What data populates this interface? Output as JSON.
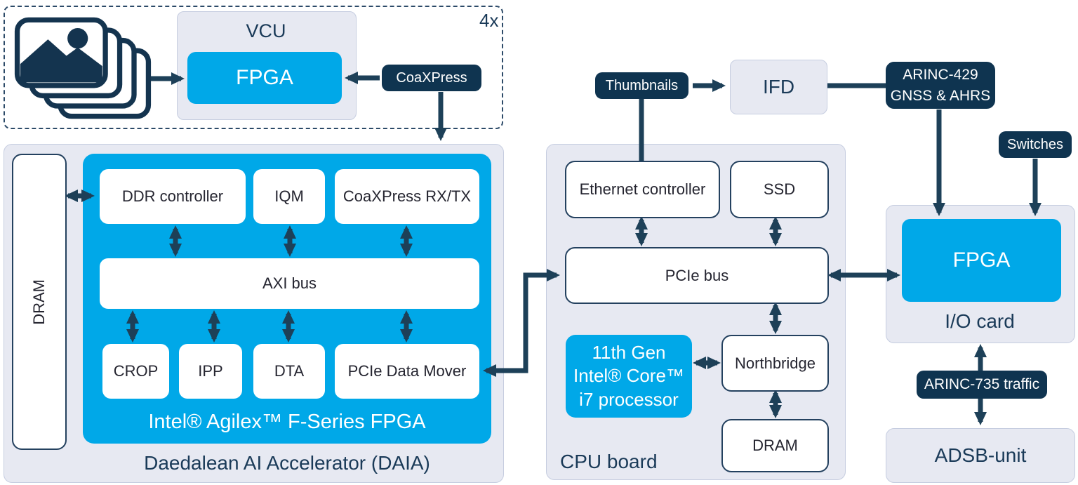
{
  "colors": {
    "cyan": "#00a8e8",
    "pill_navy": "#0f3450",
    "arrow_navy": "#1d4058",
    "box_border_navy": "#24415f",
    "panel_gray": "#e7e9f2",
    "panel_border": "#c6cde0",
    "caption_navy": "#1a3a58",
    "box_text_dark": "#252530"
  },
  "camera_unit": {
    "multiplier": "4x",
    "camera_icon": "stacked-images-icon",
    "vcu_title": "VCU",
    "vcu_fpga": "FPGA",
    "coaxpress": "CoaXPress"
  },
  "daia": {
    "caption": "Daedalean AI Accelerator (DAIA)",
    "dram": "DRAM",
    "fpga_caption": "Intel® Agilex™ F-Series FPGA",
    "row_top": [
      "DDR controller",
      "IQM",
      "CoaXPress RX/TX"
    ],
    "bus": "AXI bus",
    "row_bottom": [
      "CROP",
      "IPP",
      "DTA",
      "PCIe Data Mover"
    ]
  },
  "cpu_board": {
    "caption": "CPU board",
    "thumbnails": "Thumbnails",
    "ethernet": "Ethernet controller",
    "ssd": "SSD",
    "pcie_bus": "PCIe bus",
    "processor": "11th Gen\nIntel® Core™\ni7 processor",
    "northbridge": "Northbridge",
    "dram": "DRAM"
  },
  "ifd": {
    "label": "IFD"
  },
  "io_card": {
    "caption": "I/O card",
    "fpga": "FPGA",
    "arinc429": "ARINC-429\nGNSS & AHRS",
    "switches": "Switches",
    "arinc735": "ARINC-735 traffic",
    "adsb": "ADSB-unit"
  }
}
